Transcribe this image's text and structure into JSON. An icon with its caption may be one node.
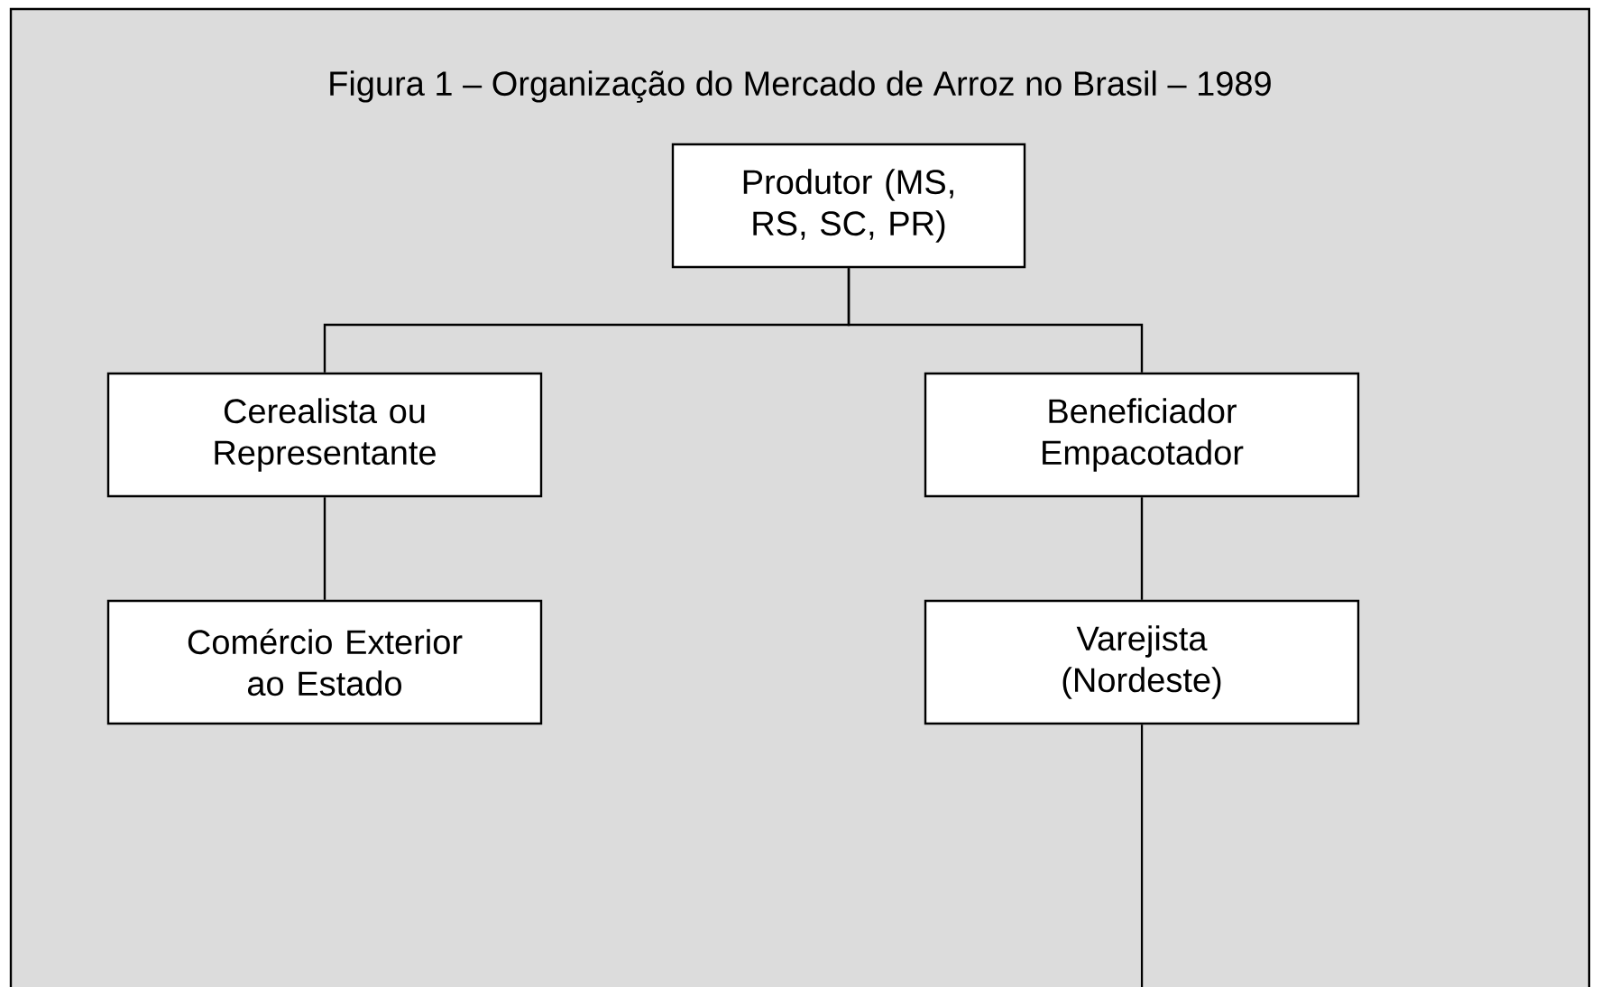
{
  "diagram": {
    "title": "Figura 1 – Organização do Mercado de Arroz no Brasil – 1989",
    "nodes": [
      {
        "text": [
          "Produtor (MS, RS, SC, PR)"
        ]
      },
      {
        "text": [
          "Cerealista ou Representante"
        ]
      },
      {
        "text": [
          "Beneficiador Empacotador"
        ]
      },
      {
        "text": [
          "Comércio Exterior ao Estado"
        ]
      },
      {
        "text": [
          "Varejista (Nordeste)"
        ]
      }
    ],
    "edges": [
      {
        "from": 0,
        "to": 1,
        "arrow": "none"
      },
      {
        "from": 0,
        "to": 2,
        "arrow": "none"
      },
      {
        "from": 1,
        "to": 3,
        "arrow": "none"
      },
      {
        "from": 2,
        "to": 4,
        "arrow": "none"
      },
      {
        "from": 4,
        "to": null,
        "arrow": "none"
      }
    ]
  }
}
